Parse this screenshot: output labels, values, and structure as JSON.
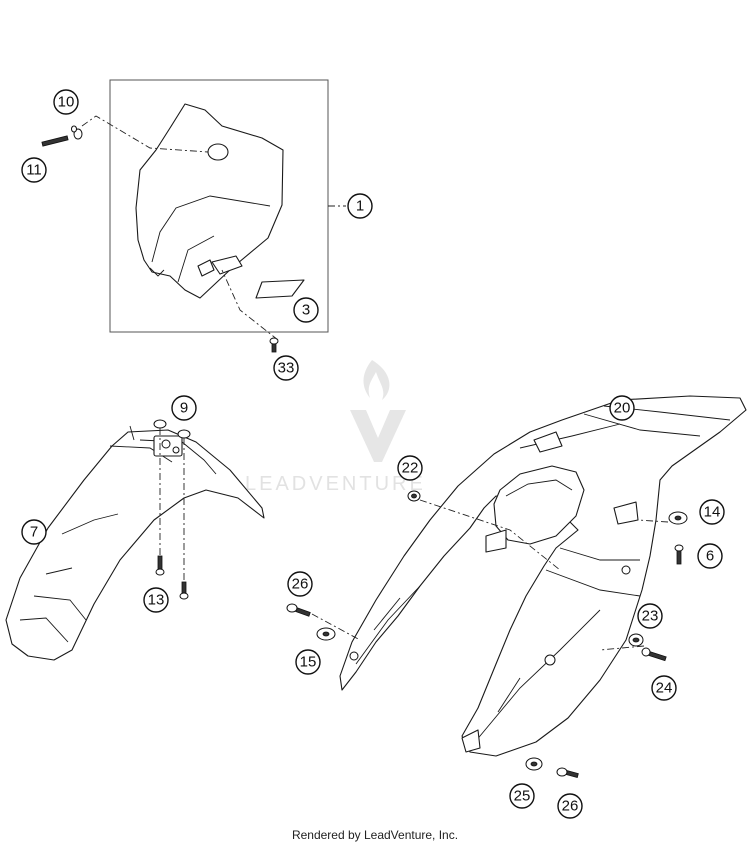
{
  "watermark": {
    "text": "LEADVENTURE"
  },
  "footer": {
    "text": "Rendered by LeadVenture, Inc."
  },
  "callouts": [
    {
      "id": "c1",
      "label": "1"
    },
    {
      "id": "c3",
      "label": "3"
    },
    {
      "id": "c6",
      "label": "6"
    },
    {
      "id": "c7",
      "label": "7"
    },
    {
      "id": "c9",
      "label": "9"
    },
    {
      "id": "c10",
      "label": "10"
    },
    {
      "id": "c11",
      "label": "11"
    },
    {
      "id": "c13",
      "label": "13"
    },
    {
      "id": "c14",
      "label": "14"
    },
    {
      "id": "c15",
      "label": "15"
    },
    {
      "id": "c20",
      "label": "20"
    },
    {
      "id": "c22",
      "label": "22"
    },
    {
      "id": "c23",
      "label": "23"
    },
    {
      "id": "c24",
      "label": "24"
    },
    {
      "id": "c25",
      "label": "25"
    },
    {
      "id": "c26a",
      "label": "26"
    },
    {
      "id": "c26b",
      "label": "26"
    },
    {
      "id": "c33",
      "label": "33"
    }
  ]
}
